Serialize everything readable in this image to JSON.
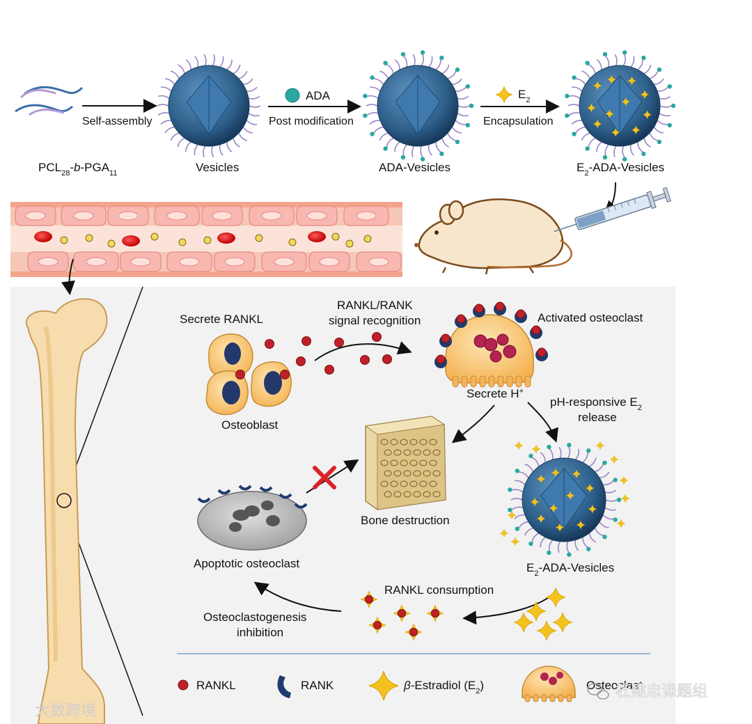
{
  "top_row": {
    "polymer_label": {
      "pre": "PCL",
      "sub1": "28",
      "mid": "-",
      "ital": "b",
      "post": "-PGA",
      "sub2": "11"
    },
    "step1": "Self-assembly",
    "vesicles": "Vesicles",
    "ada": "ADA",
    "step2": "Post modification",
    "ada_vesicles": "ADA-Vesicles",
    "e2": {
      "pre": "E",
      "sub": "2"
    },
    "step3": "Encapsulation",
    "e2_ada_vesicles": {
      "pre": "E",
      "sub": "2",
      "post": "-ADA-Vesicles"
    }
  },
  "mechanism": {
    "secrete_rankl": "Secrete RANKL",
    "signal_line1": "RANKL/RANK",
    "signal_line2": "signal recognition",
    "activated": "Activated osteoclast",
    "osteoblast": "Osteoblast",
    "secrete_h": {
      "pre": "Secrete H",
      "sup": "+"
    },
    "ph_line1": {
      "pre": "pH-responsive E",
      "sub": "2"
    },
    "ph_line2": "release",
    "bone_destruction": "Bone destruction",
    "apoptotic": "Apoptotic osteoclast",
    "e2_ada_vesicles": {
      "pre": "E",
      "sub": "2",
      "post": "-ADA-Vesicles"
    },
    "rankl_consumption": "RANKL consumption",
    "inhibition_line1": "Osteoclastogenesis",
    "inhibition_line2": "inhibition"
  },
  "legend": {
    "rankl": "RANKL",
    "rank": "RANK",
    "estradiol": {
      "ital": "β",
      "pre": "-Estradiol (E",
      "sub": "2",
      "post": ")"
    },
    "osteoclast": "Osteoclast"
  },
  "watermarks": {
    "left": "大数跨境",
    "right": "杜建忠课题组"
  },
  "colors": {
    "vesicle": "#2d5f8a",
    "lipid_tail": "#9b84c4",
    "ada_bead": "#2aa8a0",
    "rankl": "#c0202a",
    "rank": "#1f3b6e",
    "estradiol": "#f3c21f",
    "osteoclast": "#f6b45a",
    "bone": "#f7dcae",
    "vessel": "#f4a6a0",
    "panel_bg": "#f2f2f2"
  }
}
